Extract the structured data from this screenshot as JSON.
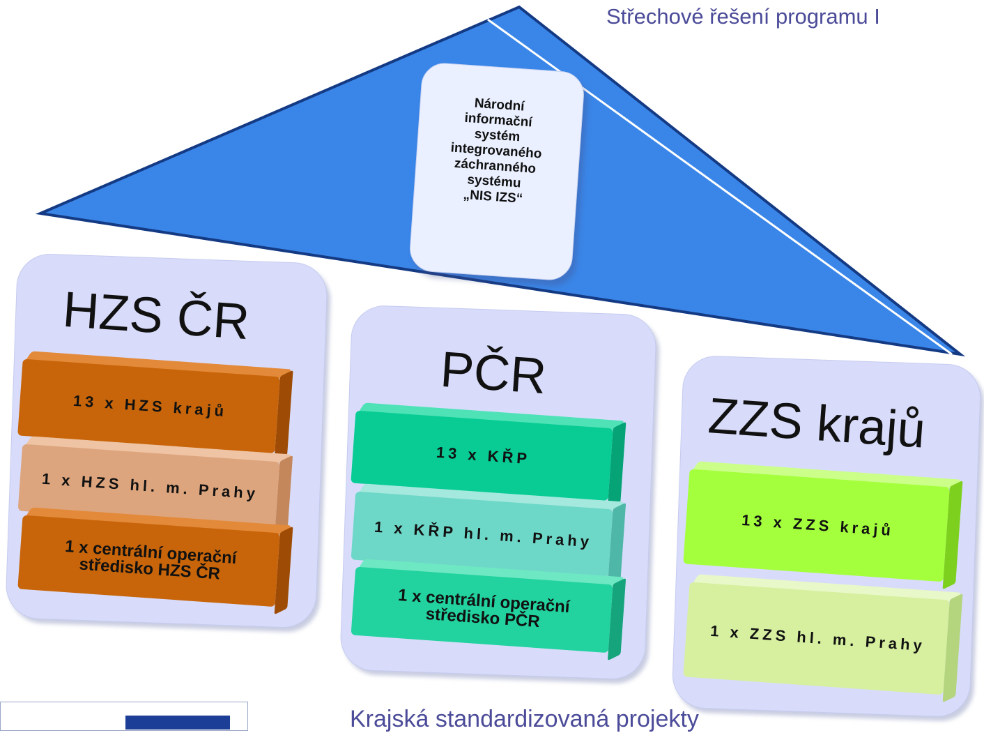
{
  "header": {
    "title": "Střechové řešení programu I"
  },
  "roof_box": {
    "lines": [
      "Národní",
      "informační",
      "systém",
      "integrovaného",
      "záchranného",
      "systému",
      "„NIS IZS“"
    ]
  },
  "pillars": [
    {
      "title": "HZS ČR",
      "blocks": [
        {
          "label": "13 x HZS krajů",
          "color": "#c8650a"
        },
        {
          "label": "1 x HZS hl. m. Prahy",
          "color": "#dda57e"
        },
        {
          "label": "1 x centrální operační středisko HZS ČR",
          "color": "#c8650a"
        }
      ]
    },
    {
      "title": "PČR",
      "blocks": [
        {
          "label": "13 x KŘP",
          "color": "#08cc94"
        },
        {
          "label": "1 x KŘP hl. m. Prahy",
          "color": "#6ed8c8"
        },
        {
          "label": "1 x centrální operační středisko PČR",
          "color": "#22d29f"
        }
      ]
    },
    {
      "title": "ZZS krajů",
      "blocks": [
        {
          "label": "13 x ZZS krajů",
          "color": "#a4ff3c"
        },
        {
          "label": "1 x ZZS hl. m. Prahy",
          "color": "#d6f0a0"
        }
      ]
    }
  ],
  "footer": {
    "text": "Krajská standardizovaná projekty"
  },
  "colors": {
    "roof": "#3a86e8",
    "roof_outline": "#0f2e72",
    "pillar_bg": "#d8dcfa",
    "title_text": "#4b4b99"
  }
}
